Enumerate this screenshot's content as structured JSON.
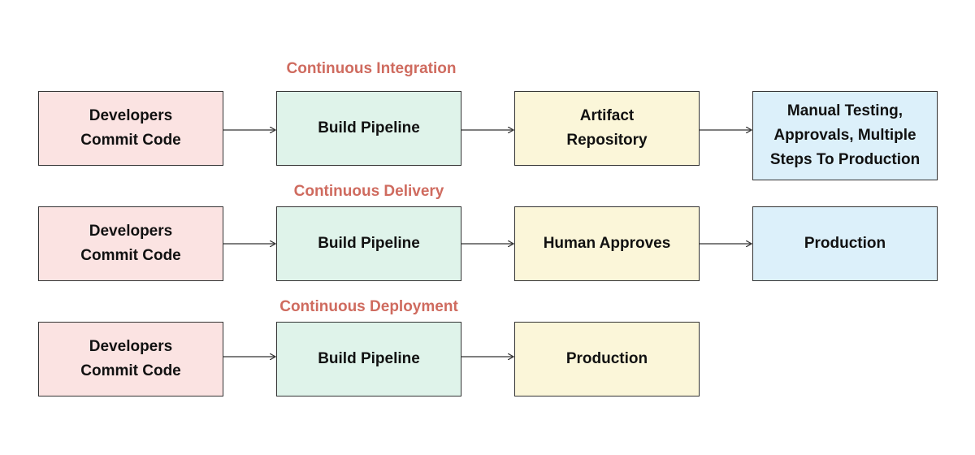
{
  "colors": {
    "title": "#cf6b5f",
    "pink": "#fbe3e2",
    "green": "#dff3ea",
    "yellow": "#fbf6d9",
    "blue": "#dcf0fa"
  },
  "rows": [
    {
      "title": "Continuous Integration",
      "steps": [
        "Developers Commit Code",
        "Build Pipeline",
        "Artifact Repository",
        "Manual Testing, Approvals, Multiple Steps To Production"
      ]
    },
    {
      "title": "Continuous Delivery",
      "steps": [
        "Developers Commit Code",
        "Build Pipeline",
        "Human Approves",
        "Production"
      ]
    },
    {
      "title": "Continuous Deployment",
      "steps": [
        "Developers Commit Code",
        "Build Pipeline",
        "Production"
      ]
    }
  ]
}
